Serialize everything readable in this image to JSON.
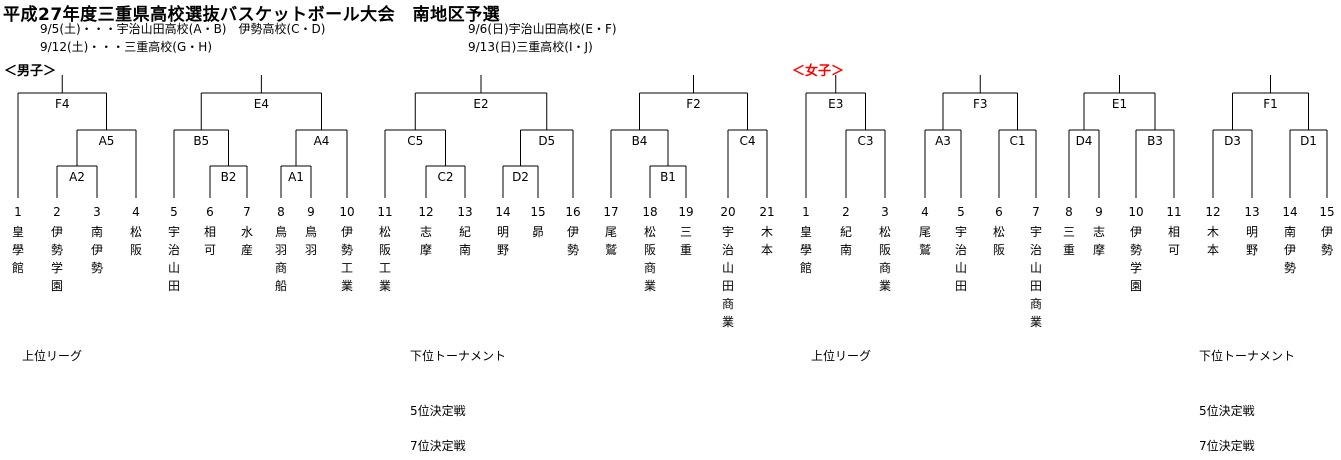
{
  "title": "平成27年度三重県高校選抜バスケットボール大会　南地区予選",
  "schedule": {
    "s1": "9/5(土)・・・宇治山田高校(A・B)　伊勢高校(C・D)",
    "s2": "9/12(土)・・・三重高校(G・H)",
    "s3": "9/6(日)宇治山田高校(E・F)",
    "s4": "9/13(日)三重高校(I・J)"
  },
  "boys": {
    "label": "＜男子＞",
    "teams": [
      {
        "num": "1",
        "name": "皇學館"
      },
      {
        "num": "2",
        "name": "伊勢学園"
      },
      {
        "num": "3",
        "name": "南伊勢"
      },
      {
        "num": "4",
        "name": "松阪"
      },
      {
        "num": "5",
        "name": "宇治山田"
      },
      {
        "num": "6",
        "name": "相可"
      },
      {
        "num": "7",
        "name": "水産"
      },
      {
        "num": "8",
        "name": "鳥羽商船"
      },
      {
        "num": "9",
        "name": "鳥羽"
      },
      {
        "num": "10",
        "name": "伊勢工業"
      },
      {
        "num": "11",
        "name": "松阪工業"
      },
      {
        "num": "12",
        "name": "志摩"
      },
      {
        "num": "13",
        "name": "紀南"
      },
      {
        "num": "14",
        "name": "明野"
      },
      {
        "num": "15",
        "name": "昴"
      },
      {
        "num": "16",
        "name": "伊勢"
      },
      {
        "num": "17",
        "name": "尾鷲"
      },
      {
        "num": "18",
        "name": "松阪商業"
      },
      {
        "num": "19",
        "name": "三重"
      },
      {
        "num": "20",
        "name": "宇治山田商業"
      },
      {
        "num": "21",
        "name": "木本"
      }
    ]
  },
  "girls": {
    "label": "＜女子＞",
    "teams": [
      {
        "num": "1",
        "name": "皇學館"
      },
      {
        "num": "2",
        "name": "紀南"
      },
      {
        "num": "3",
        "name": "松阪商業"
      },
      {
        "num": "4",
        "name": "尾鷲"
      },
      {
        "num": "5",
        "name": "宇治山田"
      },
      {
        "num": "6",
        "name": "松阪"
      },
      {
        "num": "7",
        "name": "宇治山田商業"
      },
      {
        "num": "8",
        "name": "三重"
      },
      {
        "num": "9",
        "name": "志摩"
      },
      {
        "num": "10",
        "name": "伊勢学園"
      },
      {
        "num": "11",
        "name": "相可"
      },
      {
        "num": "12",
        "name": "木本"
      },
      {
        "num": "13",
        "name": "明野"
      },
      {
        "num": "14",
        "name": "南伊勢"
      },
      {
        "num": "15",
        "name": "伊勢"
      }
    ]
  },
  "notes": {
    "boys_upper": "上位リーグ",
    "boys_lower": "下位トーナメント",
    "boys_5th": "5位決定戦",
    "boys_7th": "7位決定戦",
    "girls_upper": "上位リーグ",
    "girls_lower": "下位トーナメント",
    "girls_5th": "5位決定戦",
    "girls_7th": "7位決定戦"
  },
  "games": [
    "F4",
    "A5",
    "A2",
    "E4",
    "B5",
    "A4",
    "B2",
    "A1",
    "E2",
    "C5",
    "D5",
    "C2",
    "D2",
    "F2",
    "B4",
    "C4",
    "B1",
    "E3",
    "C3",
    "F3",
    "A3",
    "C1",
    "E1",
    "D4",
    "B3",
    "F1",
    "D3",
    "D1"
  ],
  "colors": {
    "line": "#000000",
    "girls_label": "#ff0000"
  }
}
